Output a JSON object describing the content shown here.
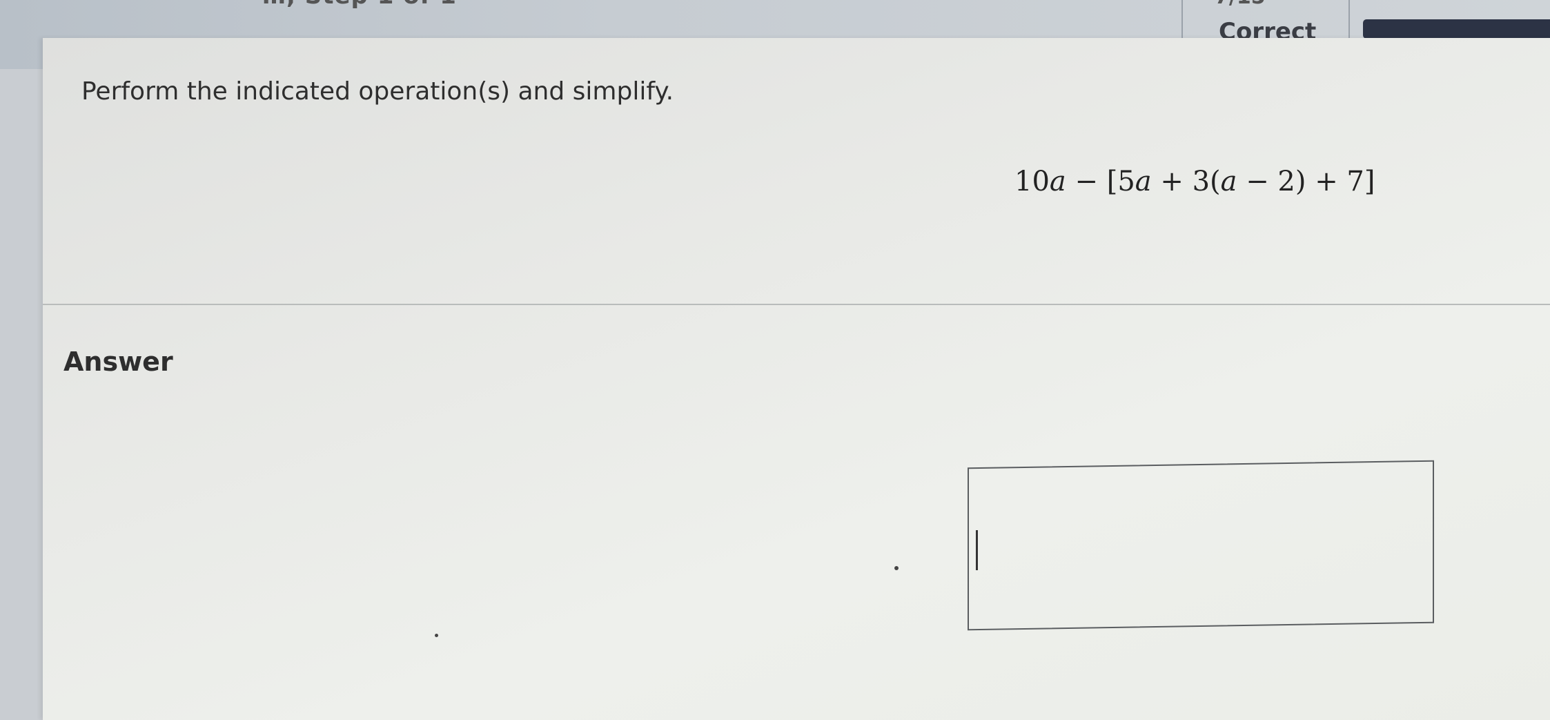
{
  "header": {
    "title_partial": "…, Step 1 of 1",
    "score_partial": "7/15",
    "status_label": "Correct",
    "progress_fraction": 1.0
  },
  "question": {
    "instruction": "Perform the indicated operation(s) and simplify.",
    "expression_parts": [
      "10",
      "a",
      " − [5",
      "a",
      " + 3(",
      "a",
      " − 2) + 7]"
    ]
  },
  "answer": {
    "heading": "Answer",
    "input_value": ""
  },
  "colors": {
    "progress_fill": "#2c3345",
    "panel_background": "#e8e9e6"
  }
}
